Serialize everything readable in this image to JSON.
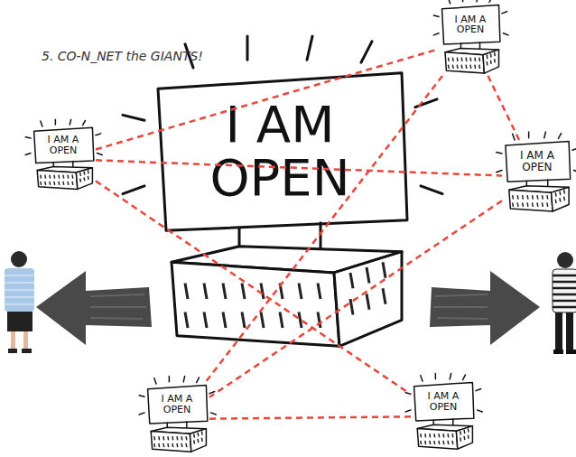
{
  "diagram": {
    "title": "5. CO-N_NET the GIANTS!",
    "nodes": [
      {
        "text": [
          "I AM A OPEN"
        ]
      },
      {
        "text": [
          "I AM A OPEN"
        ]
      },
      {
        "text": [
          "I AM OPEN"
        ]
      },
      {
        "text": [
          "I AM A OPEN"
        ]
      },
      {
        "text": [
          "I AM A OPEN"
        ]
      },
      {
        "text": [
          "I AM A OPEN"
        ]
      }
    ],
    "edges": [
      {
        "from": 1,
        "to": 0,
        "arrow": "none"
      },
      {
        "from": 1,
        "to": 3,
        "arrow": "none"
      },
      {
        "from": 1,
        "to": 5,
        "arrow": "none"
      },
      {
        "from": 0,
        "to": 4,
        "arrow": "none"
      },
      {
        "from": 0,
        "to": 3,
        "arrow": "none"
      },
      {
        "from": 3,
        "to": 4,
        "arrow": "none"
      },
      {
        "from": 4,
        "to": 5,
        "arrow": "none"
      }
    ]
  }
}
